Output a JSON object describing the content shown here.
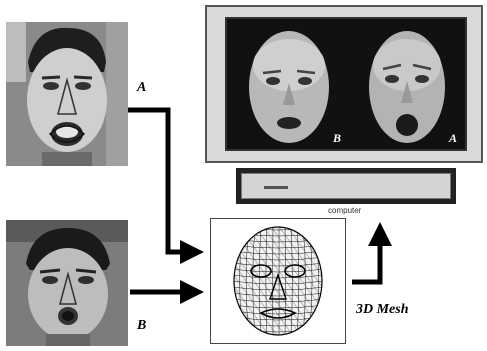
{
  "labels": {
    "a": "A",
    "b": "B",
    "screen_a": "A",
    "screen_b": "B",
    "computer": "computer",
    "mesh": "3D Mesh"
  }
}
